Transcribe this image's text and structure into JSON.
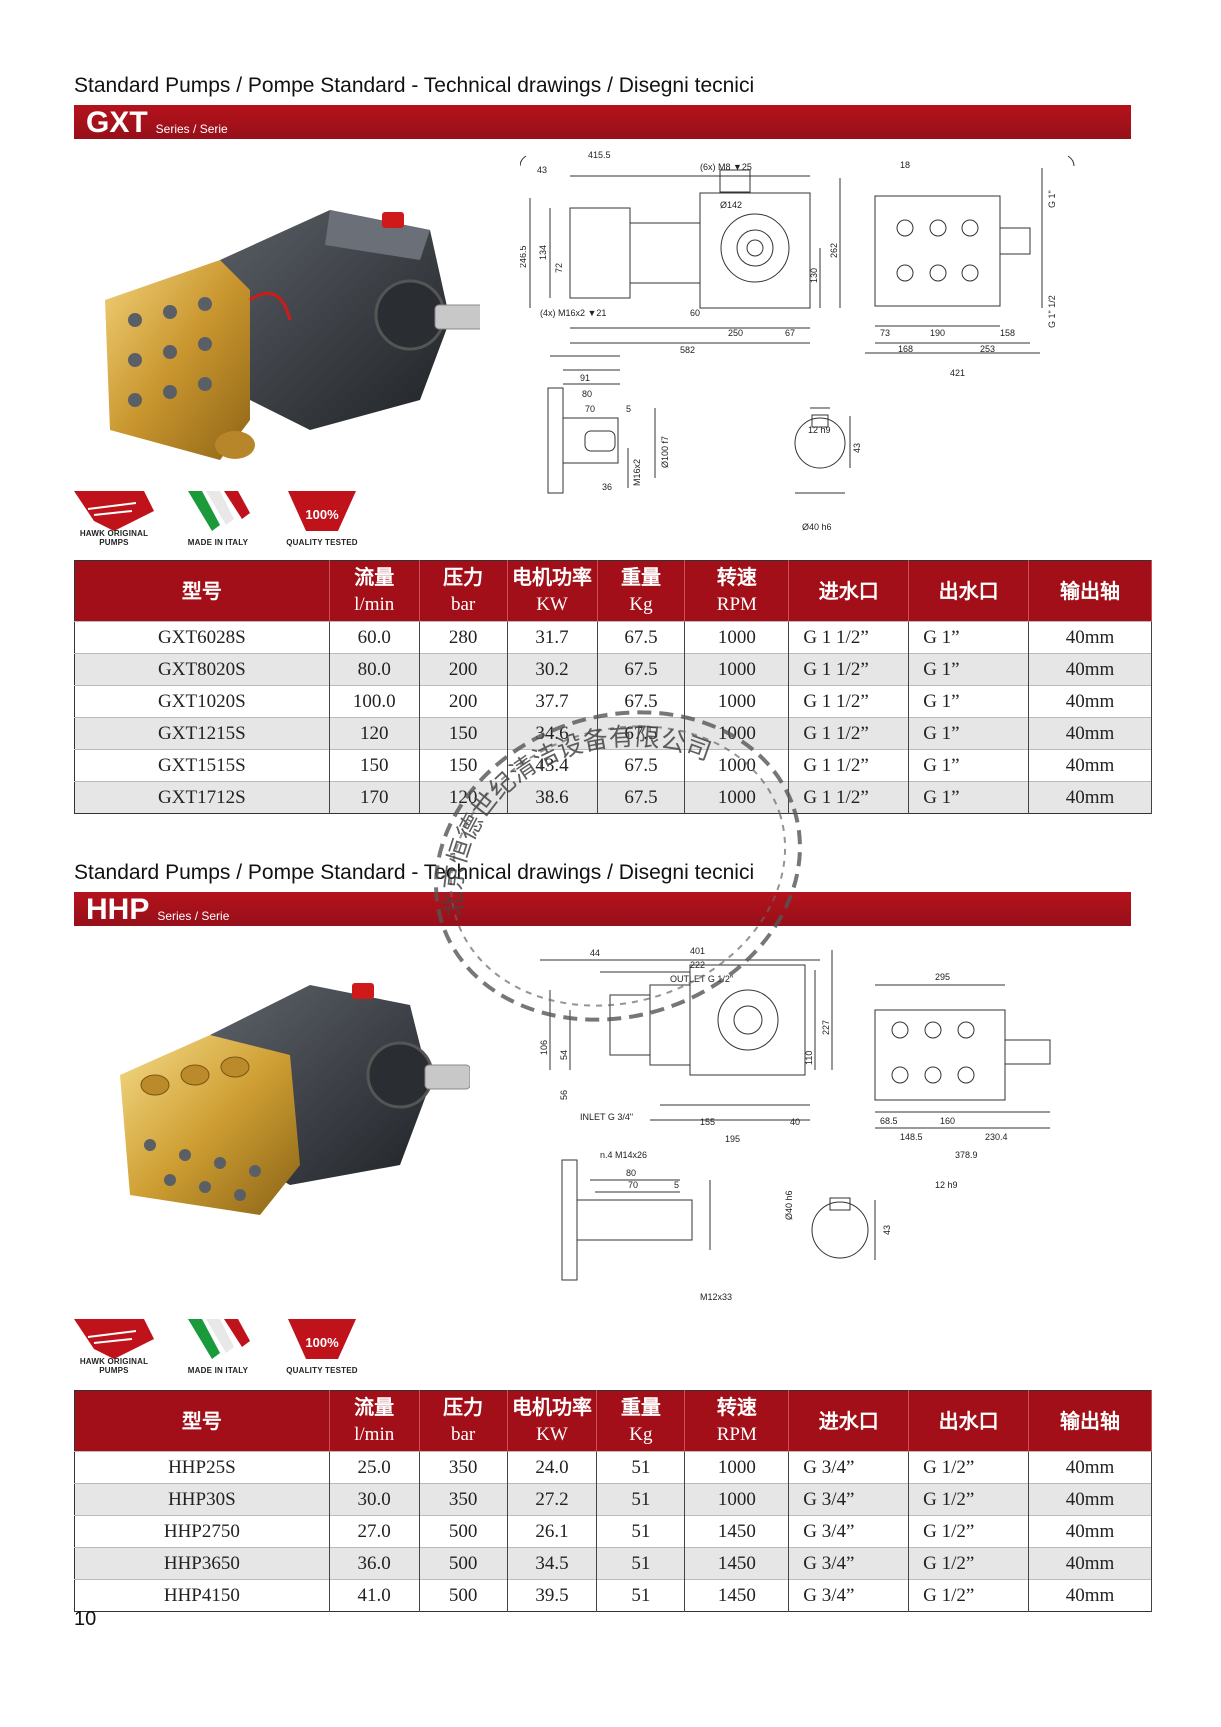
{
  "sections": [
    {
      "heading": "Standard Pumps / Pompe Standard - Technical drawings / Disegni tecnici",
      "series": "GXT",
      "series_sub": "Series / Serie",
      "drawing_labels": {
        "d415": "415.5",
        "d43": "43",
        "d18": "18",
        "holes": "(6x) M8 ▼25",
        "d142": "Ø142",
        "d2465": "246.5",
        "d134": "134",
        "d72": "72",
        "d130": "130",
        "d262": "262",
        "m16": "(4x) M16x2 ▼21",
        "d60": "60",
        "d250": "250",
        "d67": "67",
        "d582": "582",
        "d73": "73",
        "d190": "190",
        "d158": "158",
        "d168": "168",
        "d253": "253",
        "d421": "421",
        "g1": "G 1\"",
        "g112": "G 1\" 1/2",
        "d91": "91",
        "d80": "80",
        "d70": "70",
        "d5": "5",
        "d36": "36",
        "m16x2": "M16x2",
        "d100": "Ø100 f7",
        "key12": "12 h9",
        "d43b": "43",
        "d40": "Ø40 h6"
      },
      "logos": {
        "hawk": "HAWK ORIGINAL PUMPS",
        "italy": "MADE IN ITALY",
        "tested_badge": "100%",
        "tested": "QUALITY TESTED"
      },
      "table": {
        "headers": [
          {
            "title": "型号",
            "unit": ""
          },
          {
            "title": "流量",
            "unit": "l/min"
          },
          {
            "title": "压力",
            "unit": "bar"
          },
          {
            "title": "电机功率",
            "unit": "KW"
          },
          {
            "title": "重量",
            "unit": "Kg"
          },
          {
            "title": "转速",
            "unit": "RPM"
          },
          {
            "title": "进水口",
            "unit": ""
          },
          {
            "title": "出水口",
            "unit": ""
          },
          {
            "title": "输出轴",
            "unit": ""
          }
        ],
        "rows": [
          [
            "GXT6028S",
            "60.0",
            "280",
            "31.7",
            "67.5",
            "1000",
            "G 1 1/2”",
            "G 1”",
            "40mm"
          ],
          [
            "GXT8020S",
            "80.0",
            "200",
            "30.2",
            "67.5",
            "1000",
            "G 1 1/2”",
            "G 1”",
            "40mm"
          ],
          [
            "GXT1020S",
            "100.0",
            "200",
            "37.7",
            "67.5",
            "1000",
            "G 1 1/2”",
            "G 1”",
            "40mm"
          ],
          [
            "GXT1215S",
            "120",
            "150",
            "34.6",
            "67.5",
            "1000",
            "G 1 1/2”",
            "G 1”",
            "40mm"
          ],
          [
            "GXT1515S",
            "150",
            "150",
            "43.4",
            "67.5",
            "1000",
            "G 1 1/2”",
            "G 1”",
            "40mm"
          ],
          [
            "GXT1712S",
            "170",
            "120",
            "38.6",
            "67.5",
            "1000",
            "G 1 1/2”",
            "G 1”",
            "40mm"
          ]
        ]
      }
    },
    {
      "heading": "Standard Pumps / Pompe Standard - Technical drawings / Disegni tecnici",
      "series": "HHP",
      "series_sub": "Series / Serie",
      "drawing_labels": {
        "d44": "44",
        "d401": "401",
        "d222": "222",
        "outlet": "OUTLET G 1/2\"",
        "d106": "106",
        "d54": "54",
        "d56": "56",
        "inlet": "INLET G 3/4\"",
        "d110": "110",
        "d227": "227",
        "d155": "155",
        "d40": "40",
        "d195": "195",
        "m14": "n.4 M14x26",
        "d295": "295",
        "d685": "68.5",
        "d160": "160",
        "d1485": "148.5",
        "d2304": "230.4",
        "d3789": "378.9",
        "d80": "80",
        "d70": "70",
        "d5": "5",
        "d40h6": "Ø40 h6",
        "m12": "M12x33",
        "key12": "12 h9",
        "d43": "43"
      },
      "logos": {
        "hawk": "HAWK ORIGINAL PUMPS",
        "italy": "MADE IN ITALY",
        "tested_badge": "100%",
        "tested": "QUALITY TESTED"
      },
      "table": {
        "headers": [
          {
            "title": "型号",
            "unit": ""
          },
          {
            "title": "流量",
            "unit": "l/min"
          },
          {
            "title": "压力",
            "unit": "bar"
          },
          {
            "title": "电机功率",
            "unit": "KW"
          },
          {
            "title": "重量",
            "unit": "Kg"
          },
          {
            "title": "转速",
            "unit": "RPM"
          },
          {
            "title": "进水口",
            "unit": ""
          },
          {
            "title": "出水口",
            "unit": ""
          },
          {
            "title": "输出轴",
            "unit": ""
          }
        ],
        "rows": [
          [
            "HHP25S",
            "25.0",
            "350",
            "24.0",
            "51",
            "1000",
            "G 3/4”",
            "G 1/2”",
            "40mm"
          ],
          [
            "HHP30S",
            "30.0",
            "350",
            "27.2",
            "51",
            "1000",
            "G 3/4”",
            "G 1/2”",
            "40mm"
          ],
          [
            "HHP2750",
            "27.0",
            "500",
            "26.1",
            "51",
            "1450",
            "G 3/4”",
            "G 1/2”",
            "40mm"
          ],
          [
            "HHP3650",
            "36.0",
            "500",
            "34.5",
            "51",
            "1450",
            "G 3/4”",
            "G 1/2”",
            "40mm"
          ],
          [
            "HHP4150",
            "41.0",
            "500",
            "39.5",
            "51",
            "1450",
            "G 3/4”",
            "G 1/2”",
            "40mm"
          ]
        ]
      }
    }
  ],
  "stamp_text": "北京恒德世纪清洁设备有限公司",
  "page_number": "10"
}
